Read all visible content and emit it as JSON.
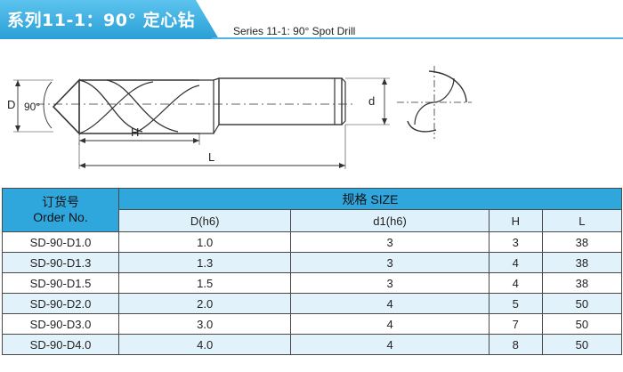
{
  "header": {
    "title": "系列11-1：90° 定心钻",
    "subtitle": "Series 11-1:   90°   Spot Drill",
    "accent_color": "#2fa7dd"
  },
  "drawing": {
    "label_D": "D",
    "label_angle": "90°",
    "label_H": "H",
    "label_L": "L",
    "label_d": "d"
  },
  "table": {
    "order_header_cn": "订货号",
    "order_header_en": "Order No.",
    "size_header": "规格 SIZE",
    "columns": [
      "D(h6)",
      "d1(h6)",
      "H",
      "L"
    ],
    "rows": [
      {
        "code": "SD-90-D1.0",
        "cells": [
          "1.0",
          "3",
          "3",
          "38"
        ]
      },
      {
        "code": "SD-90-D1.3",
        "cells": [
          "1.3",
          "3",
          "4",
          "38"
        ]
      },
      {
        "code": "SD-90-D1.5",
        "cells": [
          "1.5",
          "3",
          "4",
          "38"
        ]
      },
      {
        "code": "SD-90-D2.0",
        "cells": [
          "2.0",
          "4",
          "5",
          "50"
        ]
      },
      {
        "code": "SD-90-D3.0",
        "cells": [
          "3.0",
          "4",
          "7",
          "50"
        ]
      },
      {
        "code": "SD-90-D4.0",
        "cells": [
          "4.0",
          "4",
          "8",
          "50"
        ]
      }
    ]
  }
}
